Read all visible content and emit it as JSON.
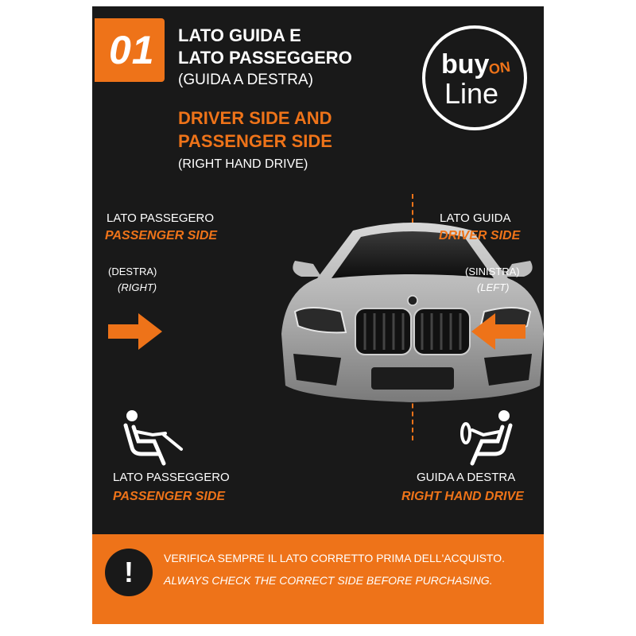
{
  "header": {
    "step_number": "01",
    "title_it_line1": "LATO GUIDA E",
    "title_it_line2": "LATO PASSEGGERO",
    "title_it_line3": "(GUIDA A DESTRA)",
    "title_en_line1": "DRIVER SIDE AND",
    "title_en_line2": "PASSENGER SIDE",
    "title_en_line3": "(RIGHT HAND DRIVE)"
  },
  "logo": {
    "word1": "buy",
    "word2": "ON",
    "word3": "Line"
  },
  "left_side": {
    "label_it": "LATO PASSEGERO",
    "label_en": "PASSENGER SIDE",
    "dir_it": "(DESTRA)",
    "dir_en": "(RIGHT)",
    "icon": "passenger-seat-icon",
    "bottom_it": "LATO PASSEGGERO",
    "bottom_en": "PASSENGER SIDE"
  },
  "right_side": {
    "label_it": "LATO GUIDA",
    "label_en": "DRIVER SIDE",
    "dir_it": "(SINISTRA)",
    "dir_en": "(LEFT)",
    "icon": "driver-seat-icon",
    "bottom_it": "GUIDA A DESTRA",
    "bottom_en": "RIGHT HAND DRIVE"
  },
  "footer": {
    "icon": "exclamation-icon",
    "note_it": "VERIFICA SEMPRE IL LATO CORRETTO PRIMA DELL'ACQUISTO.",
    "note_en": "ALWAYS CHECK THE CORRECT SIDE BEFORE PURCHASING."
  },
  "colors": {
    "accent": "#ee7319",
    "background": "#191919",
    "text": "#ffffff"
  }
}
